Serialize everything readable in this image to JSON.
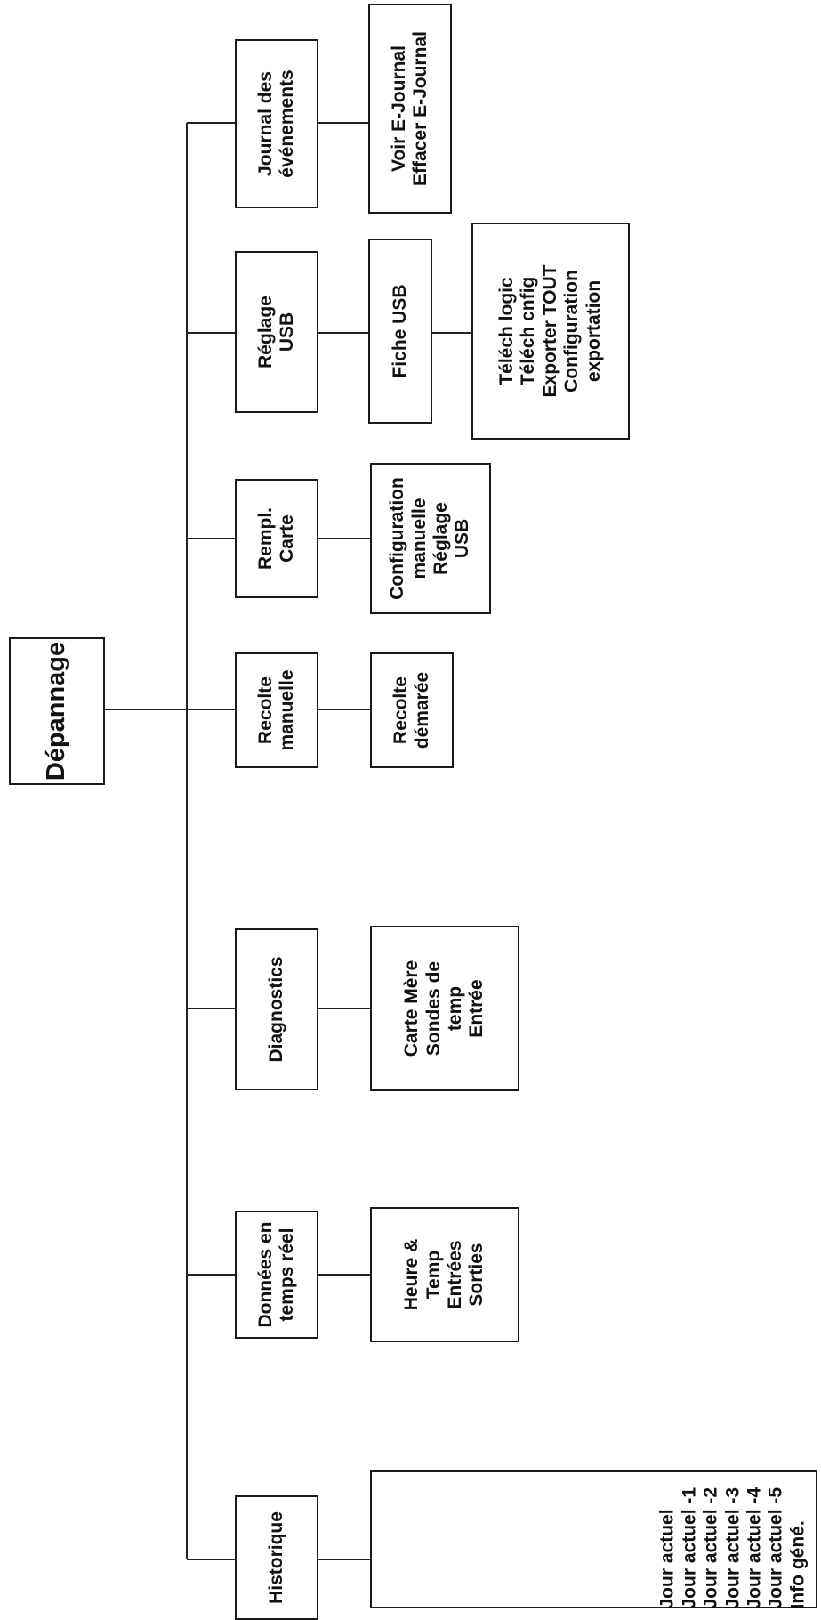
{
  "root": {
    "label": "Dépannage"
  },
  "branches": [
    {
      "label": [
        "Historique"
      ],
      "child": [
        "Jour actuel",
        "Jour actuel -1",
        "Jour actuel -2",
        "Jour actuel -3",
        "Jour actuel -4",
        "Jour actuel -5",
        "Info géné."
      ]
    },
    {
      "label": [
        "Données en",
        "temps réel"
      ],
      "child": [
        "Heure &",
        "Temp",
        "Entrées",
        "Sorties"
      ]
    },
    {
      "label": [
        "Diagnostics"
      ],
      "child": [
        "Carte Mère",
        "Sondes de",
        "temp",
        "Entrée"
      ]
    },
    {
      "label": [
        "Recolte",
        "manuelle"
      ],
      "child": [
        "Recolte",
        "démarée"
      ]
    },
    {
      "label": [
        "Rempl.",
        "Carte"
      ],
      "child": [
        "Configuration",
        "manuelle",
        "Réglage",
        "USB"
      ]
    },
    {
      "label": [
        "Réglage",
        "USB"
      ],
      "child": [
        "Fiche USB"
      ],
      "grandchild": [
        "Téléch logic",
        "Téléch cnfig",
        "Exporter TOUT",
        "Configuration",
        "exportation"
      ]
    },
    {
      "label": [
        "Journal des",
        "événements"
      ],
      "child": [
        "Voir E-Journal",
        "Effacer E-Journal"
      ]
    }
  ]
}
